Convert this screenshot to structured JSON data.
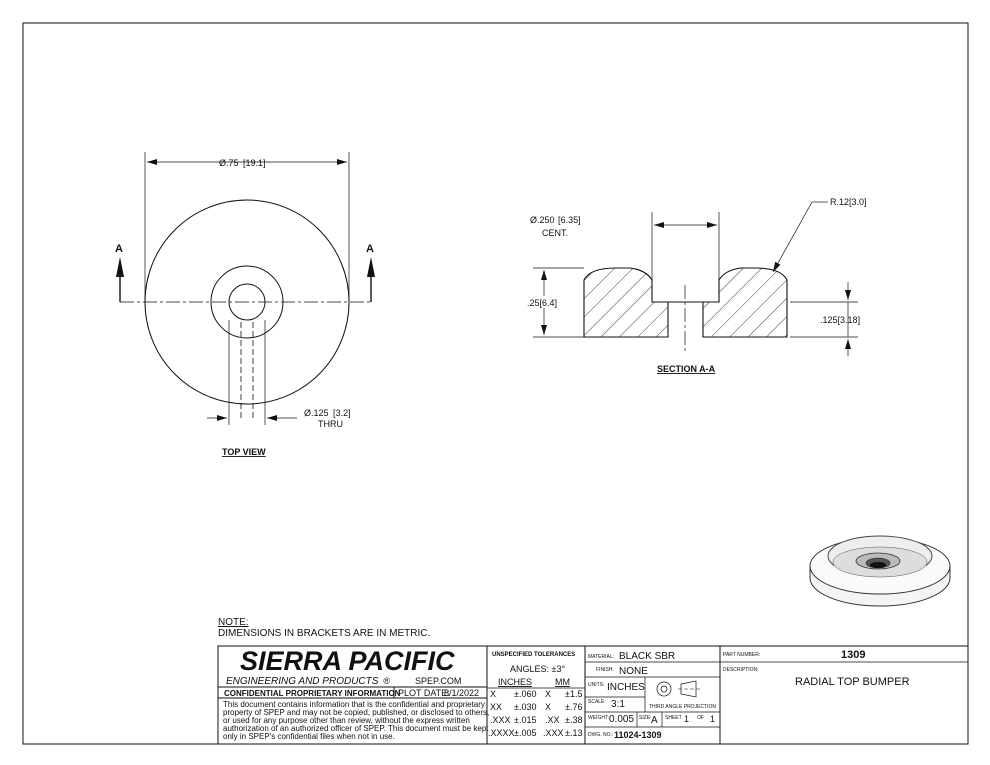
{
  "views": {
    "top_view_label": "TOP VIEW",
    "section_label": "SECTION A-A",
    "section_marker": "A"
  },
  "dimensions": {
    "outer_dia": "Ø.75",
    "outer_dia_mm": "19.1",
    "thru_dia": "Ø.125",
    "thru_dia_mm": "3.2",
    "thru_text": "THRU",
    "cent_dia": "Ø.250",
    "cent_dia_mm": "6.35",
    "cent_text": "CENT.",
    "height": ".25",
    "height_mm": "6.4",
    "step": ".125",
    "step_mm": "3.18",
    "radius": "R.12",
    "radius_mm": "3.0"
  },
  "note": {
    "title": "NOTE:",
    "text": "DIMENSIONS IN BRACKETS ARE IN METRIC."
  },
  "title_block": {
    "company": "SIERRA PACIFIC",
    "company_sub": "ENGINEERING AND PRODUCTS",
    "trademark": "®",
    "website": "SPEP.COM",
    "confidential_header": "CONFIDENTIAL PROPRIETARY INFORMATION",
    "plot_date_label": "PLOT DATE:",
    "plot_date": "8/1/2022",
    "confidential_text": [
      "This document contains information that is the confidential and proprietary",
      "property of SPEP and may not be copied, published, or disclosed to others,",
      "or used for any purpose  other than review, without the express written",
      "authorization of an authorized officer of SPEP. This document must be kept",
      "only in SPEP's confidential files when not in use."
    ],
    "tolerances_header": "UNSPECIFIED TOLERANCES",
    "angles": "ANGLES: ±3°",
    "inches_header": "INCHES",
    "mm_header": "MM",
    "tolerances": [
      {
        "in_k": "X",
        "in_v": "±.060",
        "mm_k": "X",
        "mm_v": "±1.5"
      },
      {
        "in_k": "XX",
        "in_v": "±.030",
        "mm_k": "X",
        "mm_v": "±.76"
      },
      {
        "in_k": ".XXX",
        "in_v": "±.015",
        "mm_k": ".XX",
        "mm_v": "±.38"
      },
      {
        "in_k": ".XXXX",
        "in_v": "±.005",
        "mm_k": ".XXX",
        "mm_v": "±.13"
      }
    ],
    "material_label": "MATERIAL:",
    "material": "BLACK SBR",
    "finish_label": "FINISH:",
    "finish": "NONE",
    "units_label": "UNITS:",
    "units": "INCHES",
    "scale_label": "SCALE:",
    "scale": "3:1",
    "projection": "THIRD ANGLE PROJECTION",
    "weight_label": "WEIGHT:",
    "weight": "0.005",
    "size_label": "SIZE:",
    "size": "A",
    "sheet_label": "SHEET",
    "sheet": "1",
    "of_label": "OF",
    "sheet_total": "1",
    "dwg_label": "DWG. NO.:",
    "dwg_no": "11024-1309",
    "part_number_label": "PART NUMBER:",
    "part_number": "1309",
    "description_label": "DESCRIPTION:",
    "description": "RADIAL TOP BUMPER"
  }
}
